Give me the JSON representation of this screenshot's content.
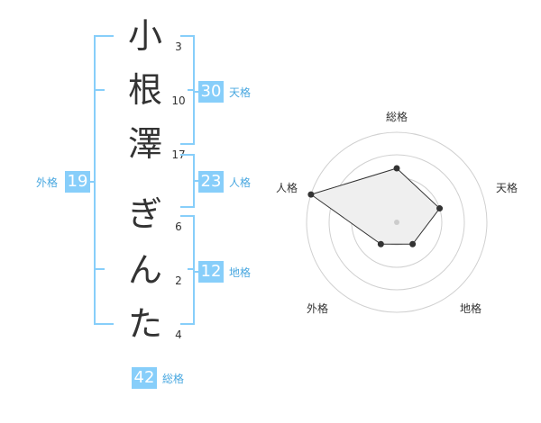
{
  "name": {
    "chars": [
      {
        "char": "小",
        "strokes": "3"
      },
      {
        "char": "根",
        "strokes": "10"
      },
      {
        "char": "澤",
        "strokes": "17"
      },
      {
        "char": "ぎ",
        "strokes": "6"
      },
      {
        "char": "ん",
        "strokes": "2"
      },
      {
        "char": "た",
        "strokes": "4"
      }
    ]
  },
  "kaku": {
    "tenkaku": {
      "value": "30",
      "label": "天格"
    },
    "jinkaku": {
      "value": "23",
      "label": "人格"
    },
    "chikaku": {
      "value": "12",
      "label": "地格"
    },
    "gaikaku": {
      "value": "19",
      "label": "外格"
    },
    "soukaku": {
      "value": "42",
      "label": "総格"
    }
  },
  "radar": {
    "labels": {
      "top": "総格",
      "right": "天格",
      "left": "人格",
      "bottom_right": "地格",
      "bottom_left": "外格"
    }
  },
  "chart_data": {
    "type": "radar",
    "axes": [
      "総格",
      "天格",
      "地格",
      "外格",
      "人格"
    ],
    "values": [
      0.6,
      0.5,
      0.3,
      0.3,
      1.0
    ],
    "range": [
      0,
      1
    ],
    "rings": 4,
    "colors": {
      "fill": "#efefef",
      "line": "#333333",
      "ring": "#d0d0d0",
      "center": "#cccccc"
    }
  },
  "colors": {
    "accent": "#87cefa",
    "accent_text": "#4aa8e0",
    "text": "#333333"
  }
}
